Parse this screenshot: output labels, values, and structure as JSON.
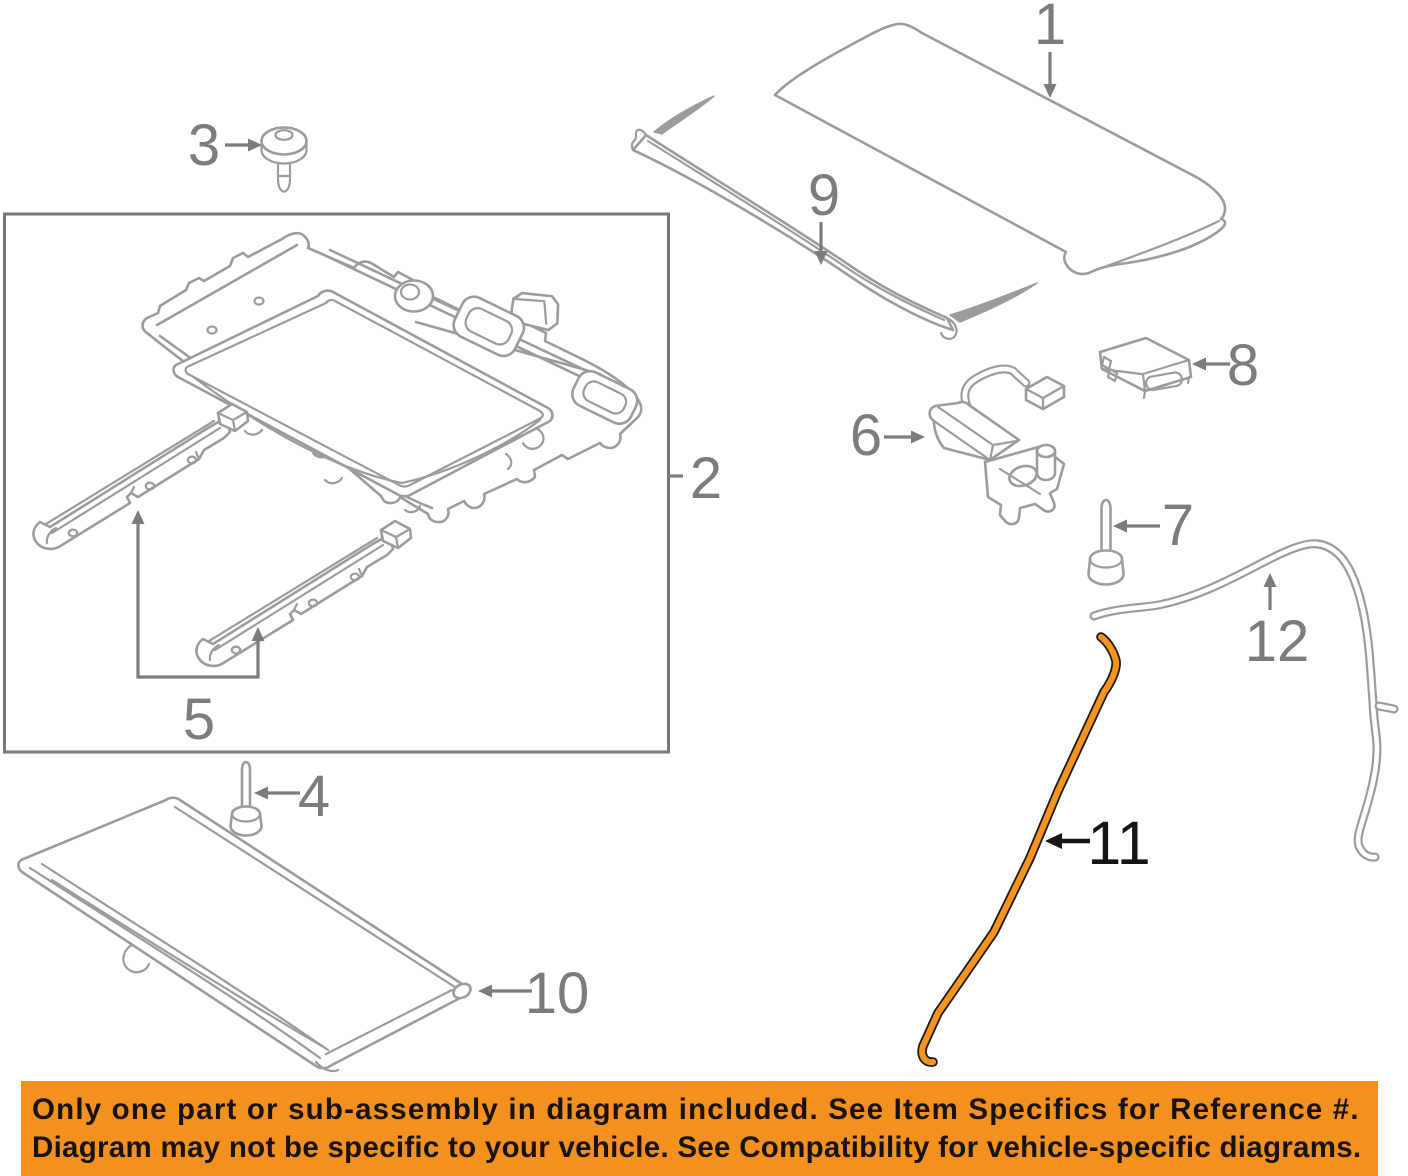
{
  "document_type": "parts-diagram",
  "subject": "sunroof-assembly-exploded-view",
  "colors": {
    "background": "#ffffff",
    "part_line": "#9b9c9e",
    "callout_text": "#7b7c7e",
    "highlight_callout_text": "#161514",
    "highlight_part": "#f7941e",
    "banner_background": "#f4911e",
    "banner_text": "#191310",
    "group_box_border": "#77787a"
  },
  "callouts": [
    {
      "number": "1",
      "highlighted": false
    },
    {
      "number": "2",
      "highlighted": false
    },
    {
      "number": "3",
      "highlighted": false
    },
    {
      "number": "4",
      "highlighted": false
    },
    {
      "number": "5",
      "highlighted": false
    },
    {
      "number": "6",
      "highlighted": false
    },
    {
      "number": "7",
      "highlighted": false
    },
    {
      "number": "8",
      "highlighted": false
    },
    {
      "number": "9",
      "highlighted": false
    },
    {
      "number": "10",
      "highlighted": false
    },
    {
      "number": "11",
      "highlighted": true
    },
    {
      "number": "12",
      "highlighted": false
    }
  ],
  "highlighted_part_number": "11",
  "banner": {
    "line1": "Only one part or sub-assembly in diagram included. See Item Specifics for Reference #.",
    "line2": "Diagram may not be specific to your vehicle. See Compatibility for vehicle-specific diagrams."
  }
}
